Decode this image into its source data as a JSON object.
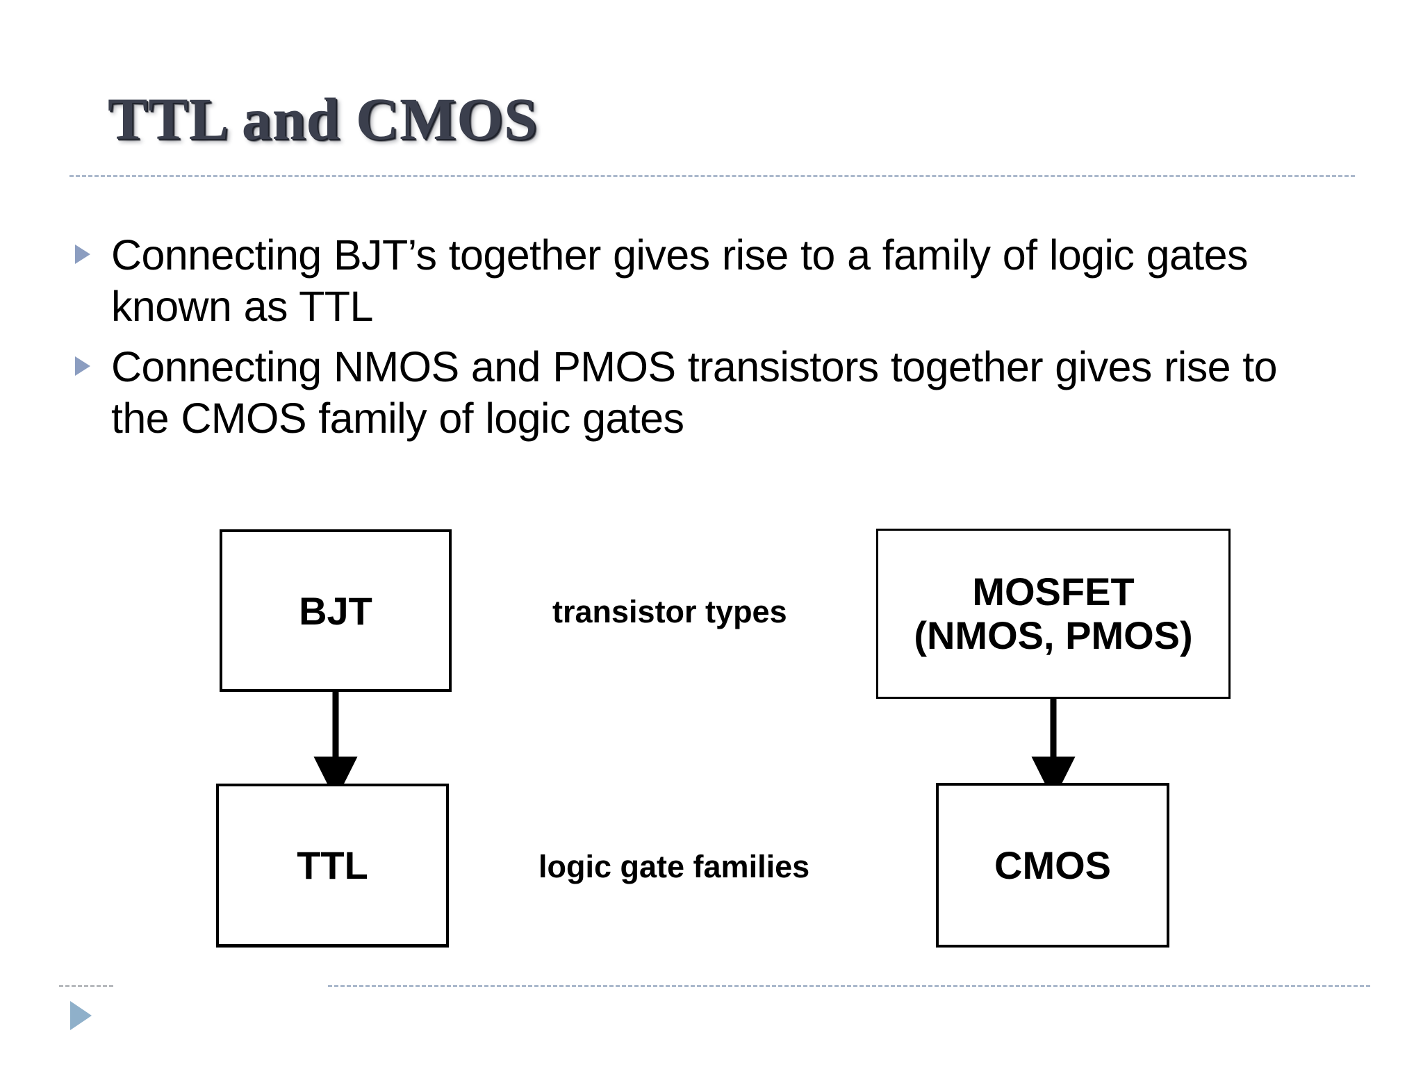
{
  "slide": {
    "title": "TTL and CMOS",
    "background_color": "#ffffff",
    "title_color": "#3b3f4d",
    "accent_color": "#8b9dc0",
    "rule_color": "#aab8cc",
    "bullets": [
      "Connecting BJT’s together gives rise to a family of logic gates known as TTL",
      "Connecting NMOS and PMOS transistors together gives rise to the CMOS family of logic gates"
    ],
    "diagram": {
      "boxes": [
        {
          "id": "bjt",
          "label": "BJT"
        },
        {
          "id": "ttl",
          "label": "TTL"
        },
        {
          "id": "mosfet",
          "label_line1": "MOSFET",
          "label_line2": "(NMOS, PMOS)"
        },
        {
          "id": "cmos",
          "label": "CMOS"
        }
      ],
      "row_labels": [
        {
          "id": "transistor-types",
          "label": "transistor types"
        },
        {
          "id": "logic-gate-families",
          "label": "logic gate families"
        }
      ],
      "arrows": [
        {
          "from": "bjt",
          "to": "ttl"
        },
        {
          "from": "mosfet",
          "to": "cmos"
        }
      ]
    },
    "footer": {
      "nav_icon": "play-triangle-icon"
    }
  }
}
